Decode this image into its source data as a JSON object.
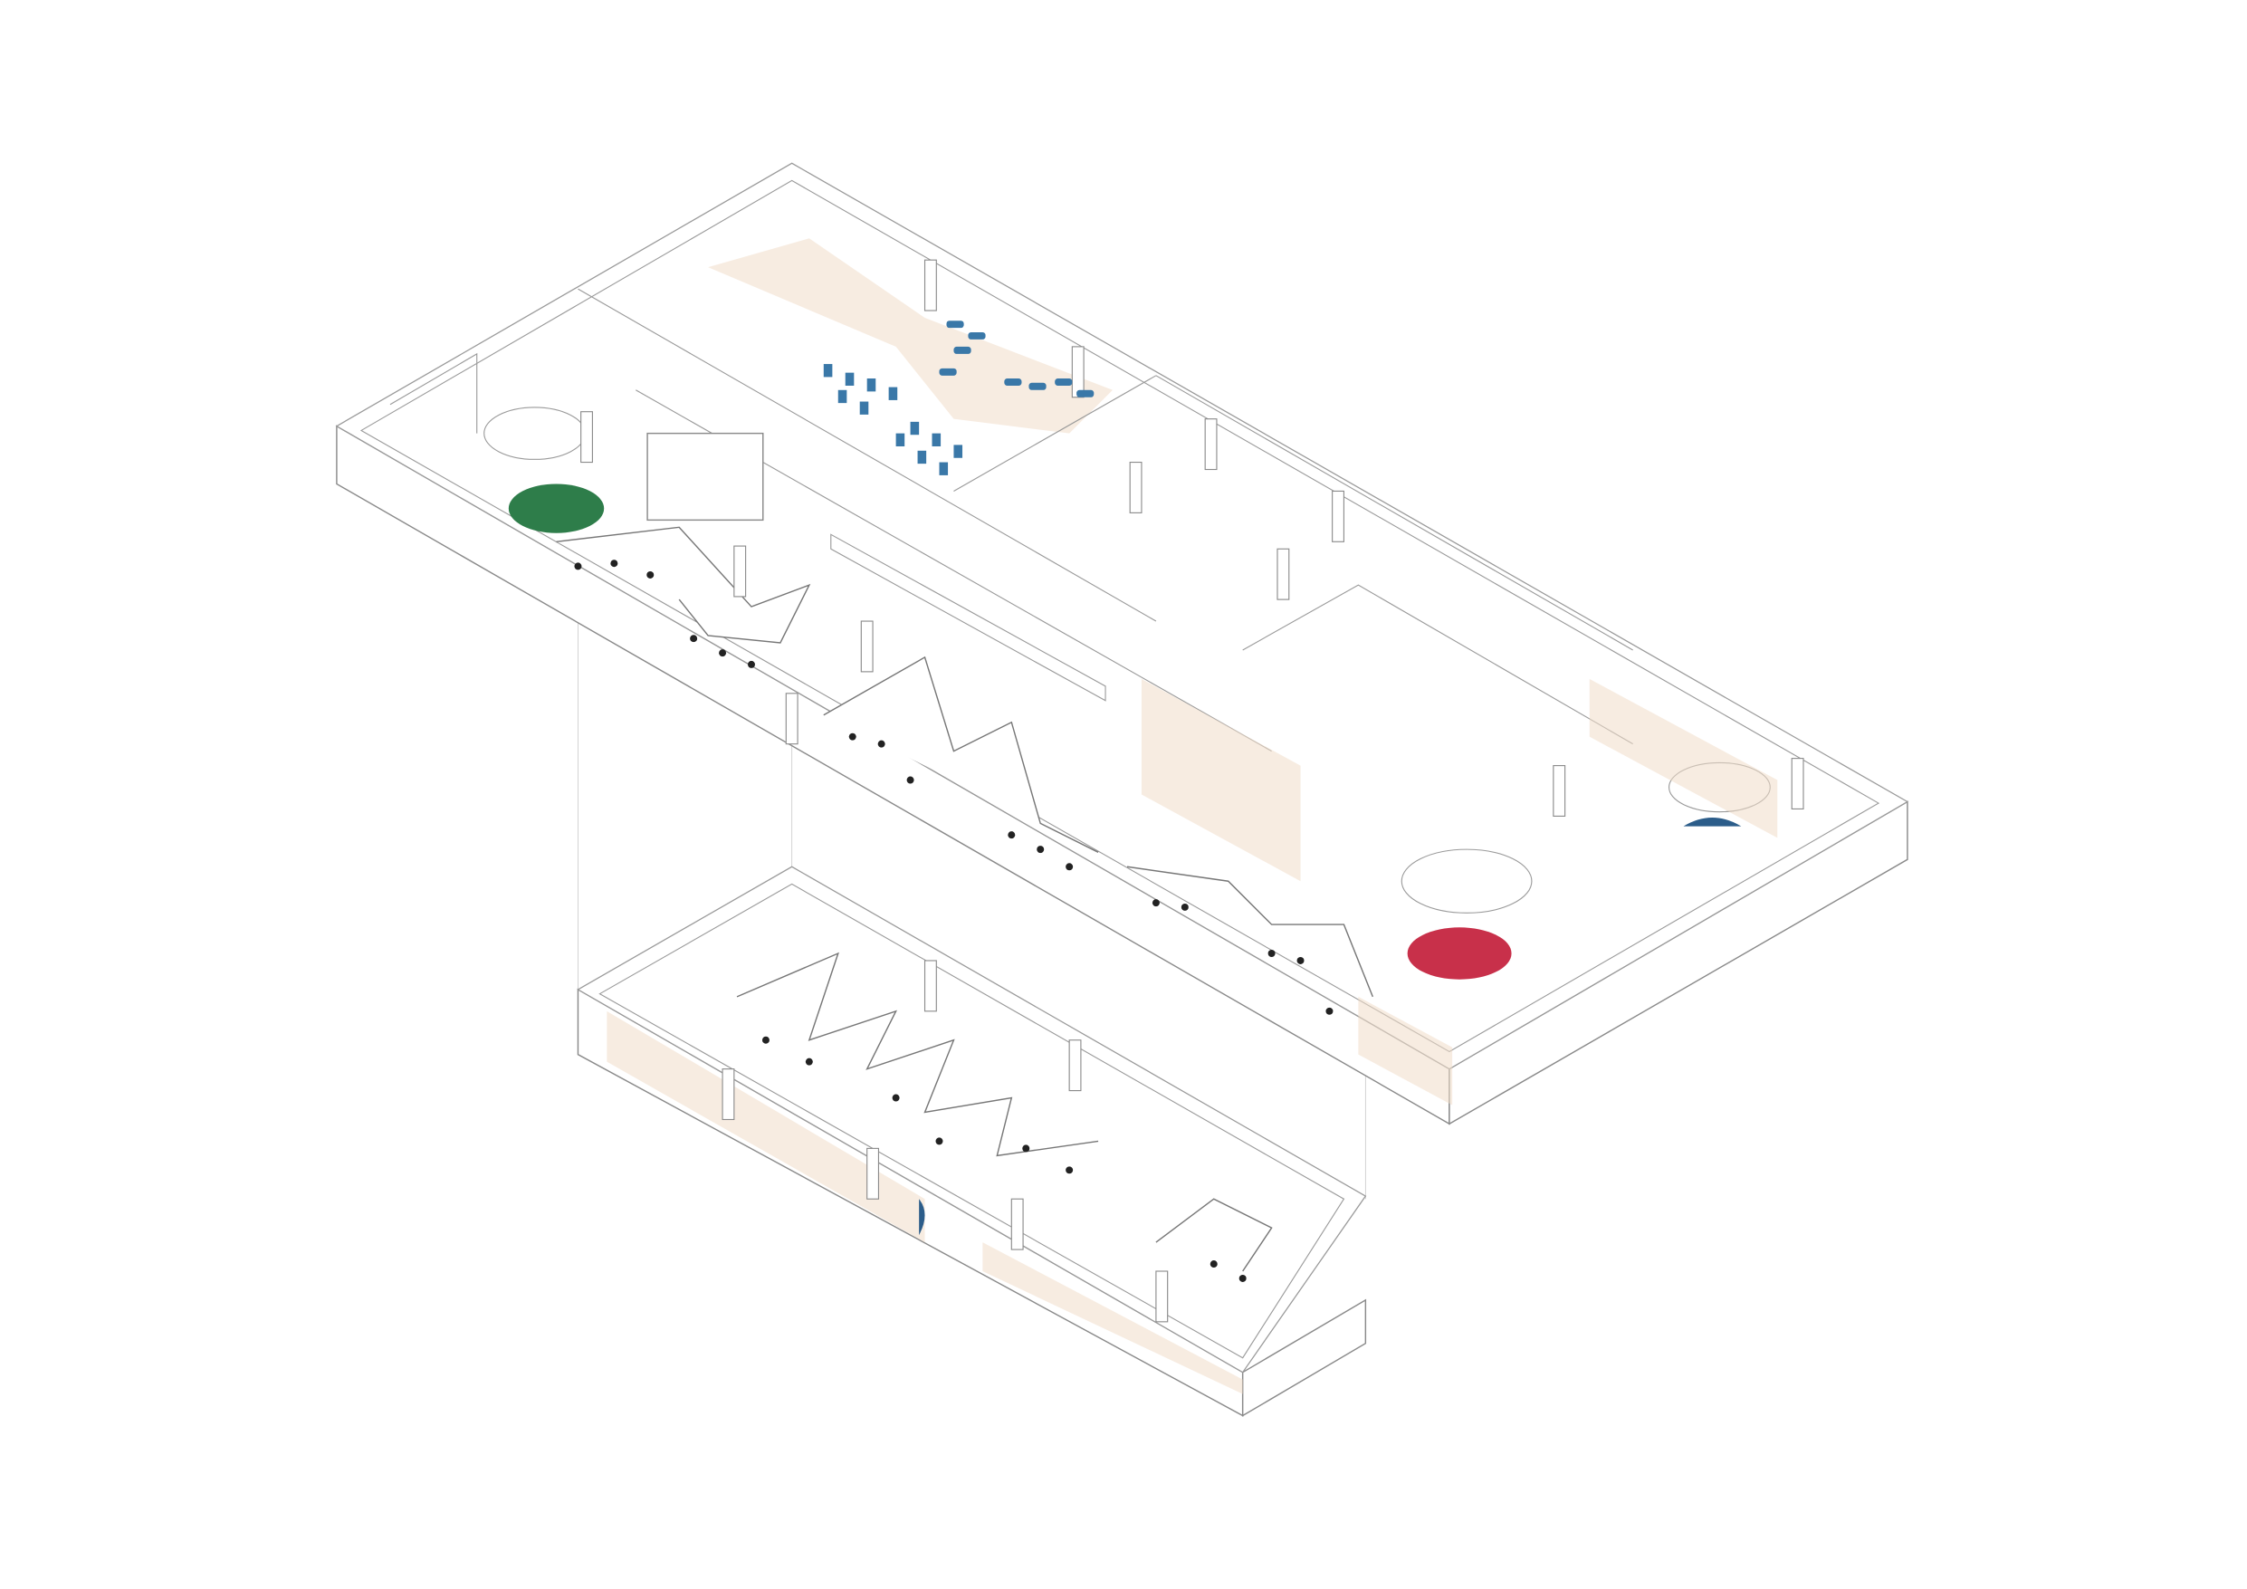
{
  "diagram": {
    "type": "exploded-axonometric-floor-plan",
    "levels": [
      "upper-floor",
      "lower-floor"
    ]
  },
  "colors": {
    "line": "#9a9a9a",
    "floor_tint": "#f0dcc8",
    "lounge_green": "#2e7d4a",
    "meeting_red": "#c8304a",
    "seating_blue": "#3a78a8",
    "accent_navy": "#2c5d8a"
  }
}
